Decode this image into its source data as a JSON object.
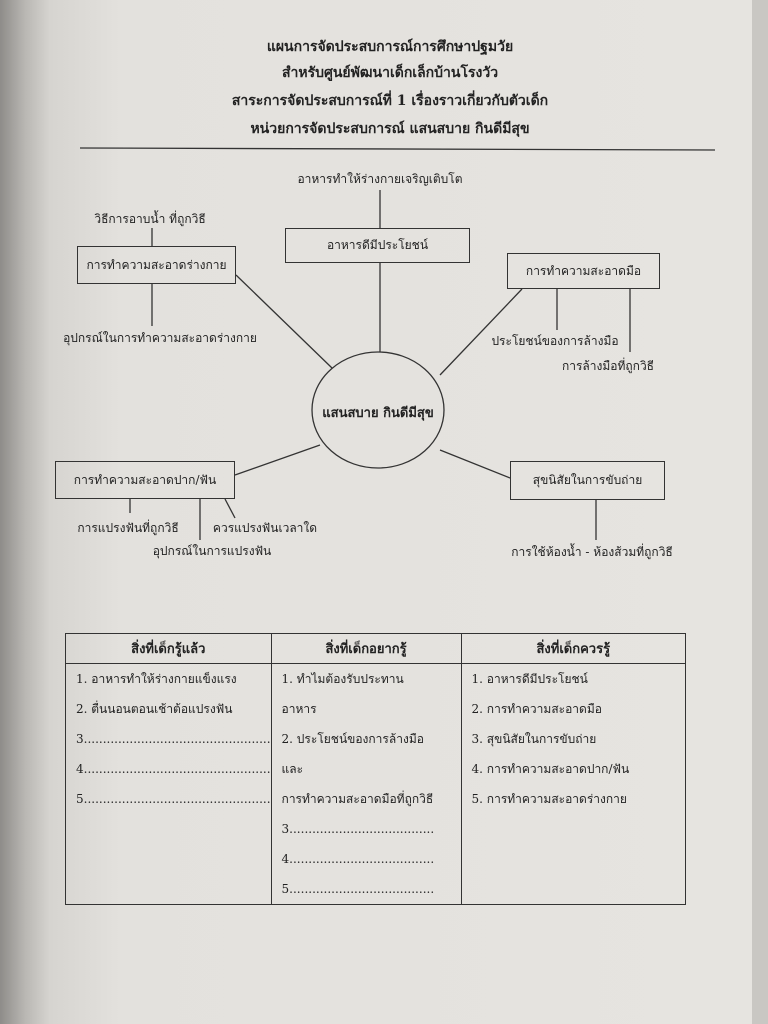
{
  "header": {
    "line1": "แผนการจัดประสบการณ์การศึกษาปฐมวัย",
    "line2": "สำหรับศูนย์พัฒนาเด็กเล็กบ้านโรงวัว",
    "line3": "สาระการจัดประสบการณ์ที่ 1 เรื่องราวเกี่ยวกับตัวเด็ก",
    "line4": "หน่วยการจัดประสบการณ์  แสนสบาย กินดีมีสุข"
  },
  "diagram": {
    "center": "แสนสบาย กินดีมีสุข",
    "top": {
      "box": "อาหารดีมีประโยชน์",
      "sub": [
        "อาหารทำให้ร่างกายเจริญเติบโต"
      ]
    },
    "left_top": {
      "box": "การทำความสะอาดร่างกาย",
      "sub": [
        "วิธีการอาบน้ำ ที่ถูกวิธี",
        "อุปกรณ์ในการทำความสะอาดร่างกาย"
      ]
    },
    "right_top": {
      "box": "การทำความสะอาดมือ",
      "sub": [
        "ประโยชน์ของการล้างมือ",
        "การล้างมือที่ถูกวิธี"
      ]
    },
    "left_bottom": {
      "box": "การทำความสะอาดปาก/ฟัน",
      "sub": [
        "การแปรงฟันที่ถูกวิธี",
        "อุปกรณ์ในการแปรงฟัน",
        "ควรแปรงฟันเวลาใด"
      ]
    },
    "right_bottom": {
      "box": "สุขนิสัยในการขับถ่าย",
      "sub": [
        "การใช้ห้องน้ำ - ห้องส้วมที่ถูกวิธี"
      ]
    }
  },
  "table": {
    "headers": [
      "สิ่งที่เด็กรู้แล้ว",
      "สิ่งที่เด็กอยากรู้",
      "สิ่งที่เด็กควรรู้"
    ],
    "col1": [
      "1.  อาหารทำให้ร่างกายแข็งแรง",
      "2.  ตื่นนอนตอนเช้าต้อแปรงฟัน",
      "3.................................................",
      "4.................................................",
      "5................................................."
    ],
    "col2": [
      "1.  ทำไมต้องรับประทาน",
      "อาหาร",
      "2.  ประโยชน์ของการล้างมือ",
      "และ",
      "การทำความสะอาดมือที่ถูกวิธี",
      "3......................................",
      "4......................................",
      "5......................................"
    ],
    "col3": [
      "1.  อาหารดีมีประโยชน์",
      "2.  การทำความสะอาดมือ",
      "3.  สุขนิสัยในการขับถ่าย",
      "4.  การทำความสะอาดปาก/ฟัน",
      "5.  การทำความสะอาดร่างกาย"
    ]
  }
}
